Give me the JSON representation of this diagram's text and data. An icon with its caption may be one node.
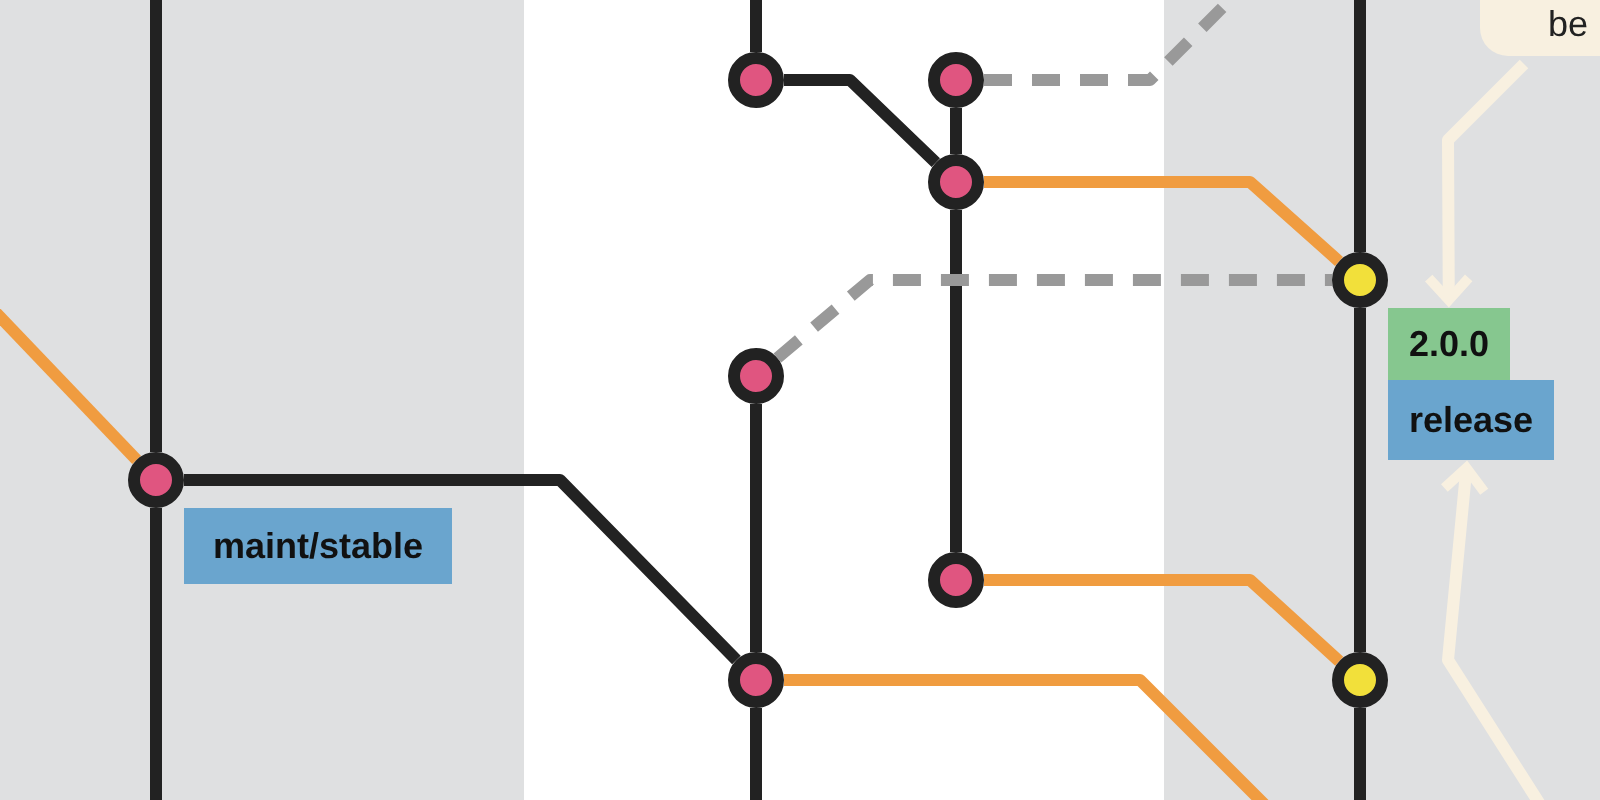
{
  "diagram": {
    "nodes": [
      {
        "text": [],
        "shape": "circle"
      },
      {
        "text": [],
        "shape": "circle"
      },
      {
        "text": [],
        "shape": "circle"
      },
      {
        "text": [],
        "shape": "circle"
      },
      {
        "text": [],
        "shape": "circle"
      },
      {
        "text": [],
        "shape": "circle"
      },
      {
        "text": [],
        "shape": "circle"
      },
      {
        "text": [],
        "shape": "circle"
      },
      {
        "text": [],
        "shape": "circle"
      },
      {
        "text": [
          "maint/stable"
        ]
      },
      {
        "text": [
          "2.0.0"
        ]
      },
      {
        "text": [
          "release"
        ]
      },
      {
        "text": [
          "be"
        ]
      }
    ],
    "edges": [
      {
        "from": null,
        "to": 0,
        "arrow": "none"
      },
      {
        "from": 0,
        "to": null,
        "arrow": "none"
      },
      {
        "from": null,
        "to": 0,
        "arrow": "none",
        "color": "#f09c40"
      },
      {
        "from": 0,
        "to": 7,
        "arrow": "none"
      },
      {
        "from": null,
        "to": 1,
        "arrow": "none"
      },
      {
        "from": 1,
        "to": 3,
        "arrow": "none"
      },
      {
        "from": 2,
        "to": 3,
        "arrow": "none"
      },
      {
        "from": 3,
        "to": 6,
        "arrow": "none"
      },
      {
        "from": 2,
        "to": null,
        "arrow": "none",
        "style": "dashed",
        "color": "#999999"
      },
      {
        "from": 3,
        "to": 4,
        "arrow": "none",
        "color": "#f09c40"
      },
      {
        "from": 5,
        "to": 4,
        "arrow": "none",
        "style": "dashed",
        "color": "#999999"
      },
      {
        "from": 5,
        "to": 7,
        "arrow": "none"
      },
      {
        "from": 7,
        "to": null,
        "arrow": "none"
      },
      {
        "from": 6,
        "to": 8,
        "arrow": "none",
        "color": "#f09c40"
      },
      {
        "from": 7,
        "to": null,
        "arrow": "none",
        "color": "#f09c40"
      },
      {
        "from": null,
        "to": 4,
        "arrow": "none"
      },
      {
        "from": 4,
        "to": 8,
        "arrow": "none"
      },
      {
        "from": 8,
        "to": null,
        "arrow": "none"
      },
      {
        "from": 12,
        "to": 10,
        "arrow": "to",
        "color": "#f8f0e0"
      },
      {
        "from": null,
        "to": 11,
        "arrow": "to",
        "color": "#f8f0e0"
      }
    ]
  }
}
